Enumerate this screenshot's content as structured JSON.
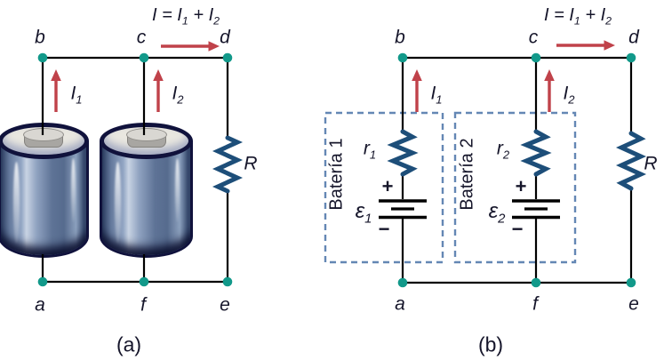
{
  "colors": {
    "wire": "#000000",
    "node": "#12998a",
    "arrow": "#c0424a",
    "resistor": "#1d4e79",
    "dash": "#6487b4",
    "text": "#15152a"
  },
  "equation": {
    "p1": "I = I",
    "s1": "1",
    "p2": " + I",
    "s2": "2"
  },
  "panel_a": {
    "caption": "(a)",
    "node_b": "b",
    "node_c": "c",
    "node_d": "d",
    "node_a": "a",
    "node_f": "f",
    "node_e": "e",
    "current1": {
      "base": "I",
      "sub": "1"
    },
    "current2": {
      "base": "I",
      "sub": "2"
    },
    "resistor": "R"
  },
  "panel_b": {
    "caption": "(b)",
    "node_b": "b",
    "node_c": "c",
    "node_d": "d",
    "node_a": "a",
    "node_f": "f",
    "node_e": "e",
    "current1": {
      "base": "I",
      "sub": "1"
    },
    "current2": {
      "base": "I",
      "sub": "2"
    },
    "resistor": "R",
    "battery1": {
      "box": "Batería 1",
      "r": {
        "base": "r",
        "sub": "1"
      },
      "emf": {
        "base": "ε",
        "sub": "1"
      },
      "plus": "+",
      "minus": "−"
    },
    "battery2": {
      "box": "Batería 2",
      "r": {
        "base": "r",
        "sub": "2"
      },
      "emf": {
        "base": "ε",
        "sub": "2"
      },
      "plus": "+",
      "minus": "−"
    }
  }
}
